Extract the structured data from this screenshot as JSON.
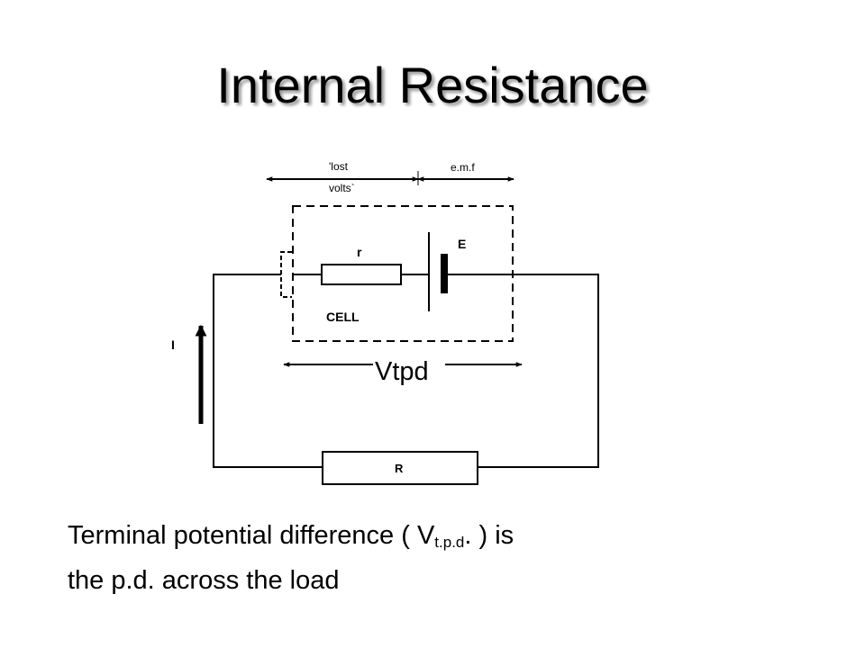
{
  "slide": {
    "title": "Internal Resistance"
  },
  "diagram": {
    "labels": {
      "lost_line1": "'lost",
      "lost_line2": "volts`",
      "emf": "e.m.f",
      "resistor_r": "r",
      "emf_symbol": "E",
      "cell": "CELL",
      "current": "I",
      "vtpd": "Vtpd",
      "resistor_R": "R"
    }
  },
  "caption": {
    "part1": "Terminal potential difference ( V",
    "subscript": "t.p.d",
    "part2": ". ) is",
    "line2": "the p.d. across the load"
  }
}
